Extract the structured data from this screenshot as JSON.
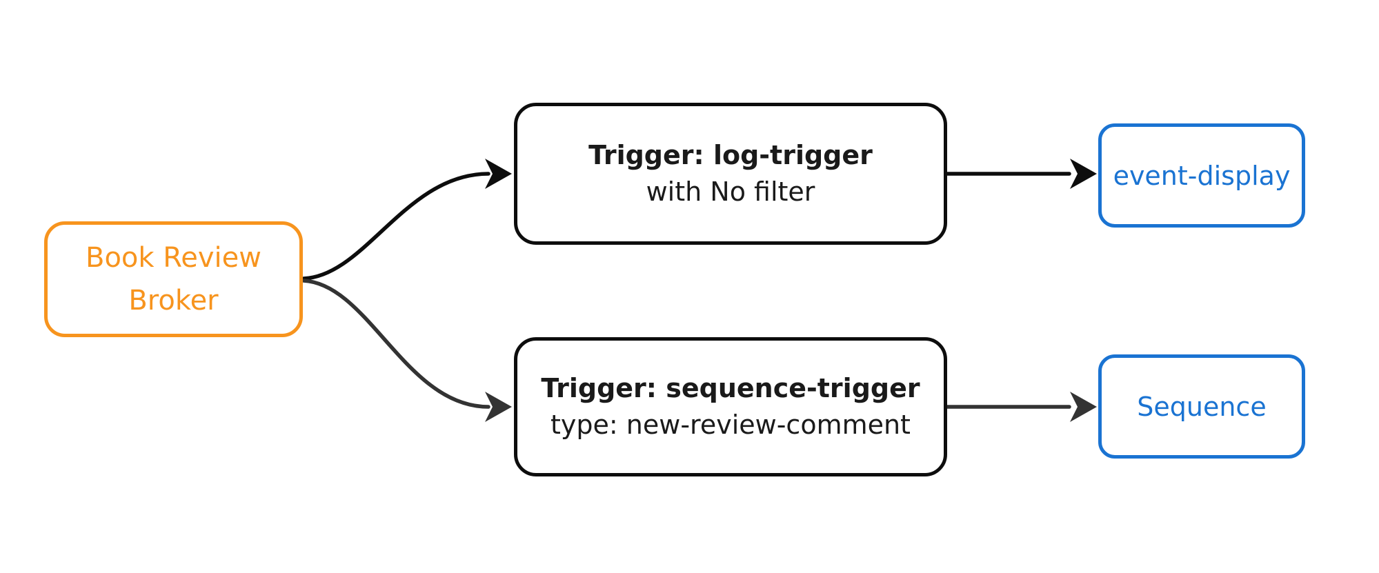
{
  "diagram": {
    "nodes": {
      "broker": {
        "label": "Book Review\nBroker"
      },
      "log_trigger": {
        "title": "Trigger: log-trigger",
        "subtitle": "with No filter"
      },
      "sequence_trigger": {
        "title": "Trigger: sequence-trigger",
        "subtitle": "type: new-review-comment"
      },
      "event_display": {
        "label": "event-display"
      },
      "sequence": {
        "label": "Sequence"
      }
    },
    "edges": [
      {
        "from": "broker",
        "to": "log_trigger",
        "color_key": "edge_black"
      },
      {
        "from": "broker",
        "to": "sequence_trigger",
        "color_key": "edge_gray"
      },
      {
        "from": "log_trigger",
        "to": "event_display",
        "color_key": "edge_black"
      },
      {
        "from": "sequence_trigger",
        "to": "sequence",
        "color_key": "edge_gray"
      }
    ],
    "colors": {
      "canvas_bg": "#FFFFFF",
      "node_fill": "#FFFFFF",
      "broker_accent": "#F7941E",
      "sink_accent": "#1A73D2",
      "trigger_border": "#0D0D0D",
      "trigger_text": "#1A1A1A",
      "edge_black": "#0D0D0D",
      "edge_gray": "#333333"
    }
  }
}
